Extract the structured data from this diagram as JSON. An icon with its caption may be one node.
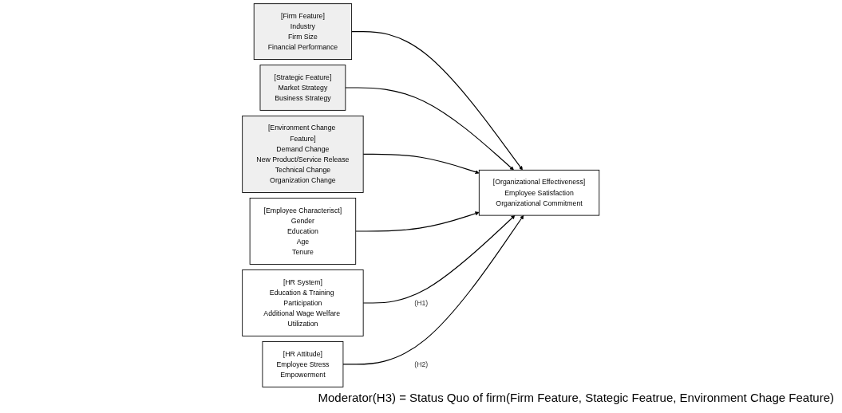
{
  "diagram": {
    "nodes": [
      {
        "text": [
          "[Firm Feature]",
          "Industry",
          "Firm Size",
          "Financial Performance"
        ]
      },
      {
        "text": [
          "[Strategic Feature]",
          "Market Strategy",
          "Business Strategy"
        ]
      },
      {
        "text": [
          "[Environment Change Feature]",
          "Demand Change",
          "New Product/Service Release",
          "Technical Change",
          "Organization Change"
        ]
      },
      {
        "text": [
          "[Employee Characterisct]",
          "Gender",
          "Education",
          "Age",
          "Tenure"
        ]
      },
      {
        "text": [
          "[HR System]",
          "Education & Training Participation",
          "Additional Wage Welfare Utilization"
        ]
      },
      {
        "text": [
          "[HR Attitude]",
          "Employee Stress",
          "Empowerment"
        ]
      },
      {
        "text": [
          "[Organizational Effectiveness]",
          "Employee Satisfaction",
          "Organizational Commitment"
        ]
      }
    ],
    "edges": [
      {
        "from": 0,
        "to": 6,
        "arrow": "to"
      },
      {
        "from": 1,
        "to": 6,
        "arrow": "to"
      },
      {
        "from": 2,
        "to": 6,
        "arrow": "to"
      },
      {
        "from": 3,
        "to": 6,
        "arrow": "to"
      },
      {
        "from": 4,
        "to": 6,
        "arrow": "to",
        "label": "(H1)"
      },
      {
        "from": 5,
        "to": 6,
        "arrow": "to",
        "label": "(H2)"
      }
    ],
    "labels": [
      "Moderator(H3) = Status Quo of firm(Firm Feature, Stategic Featrue, Environment Chage Feature)"
    ]
  }
}
